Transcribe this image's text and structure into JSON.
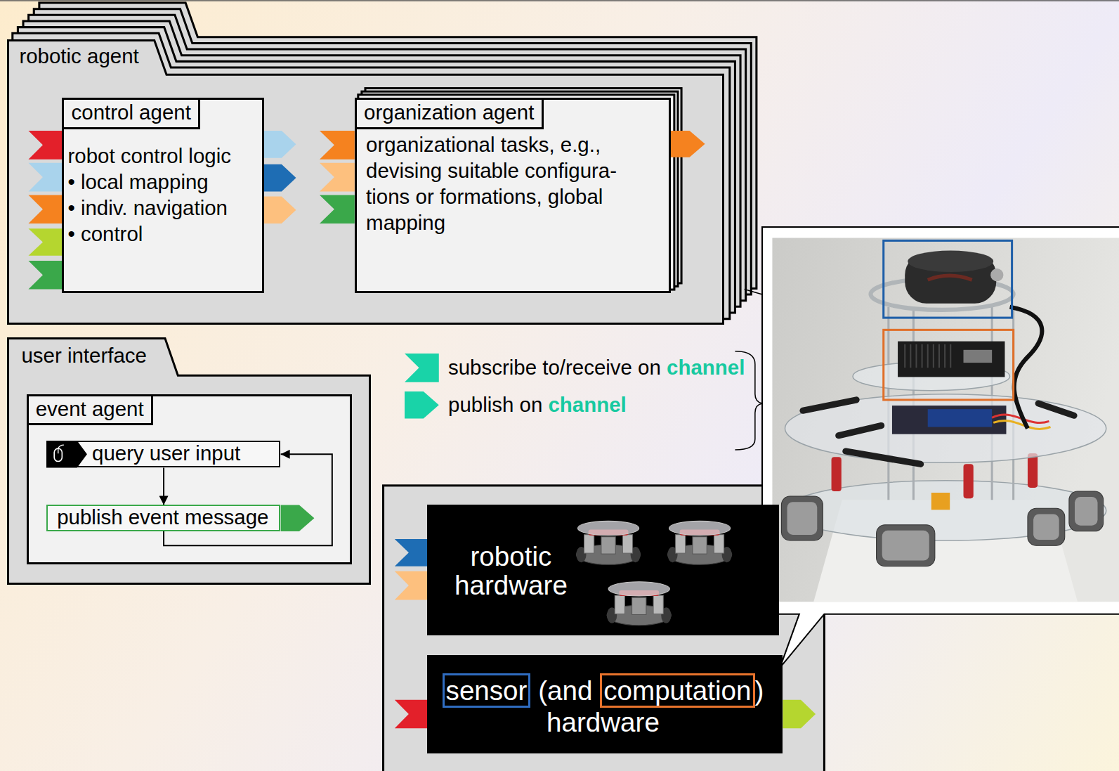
{
  "diagram": {
    "nodes": [
      {
        "text": [
          "robotic agent"
        ]
      },
      {
        "text": [
          "control agent",
          "robot control logic",
          "• local mapping",
          "• indiv. navigation",
          "• control"
        ],
        "in": 0
      },
      {
        "text": [
          "organization agent",
          "organizational tasks, e.g., devising suitable configura- tions or formations, global mapping"
        ],
        "in": 0
      },
      {
        "text": [
          "user interface"
        ]
      },
      {
        "text": [
          "event agent"
        ],
        "in": 3
      },
      {
        "text": [
          "query user input"
        ],
        "in": 4
      },
      {
        "text": [
          "publish event message"
        ],
        "in": 4
      },
      {
        "text": [
          "robotic hardware"
        ]
      },
      {
        "text": [
          "sensor (and computation) hardware"
        ]
      }
    ],
    "edges": [
      {
        "from": 5,
        "to": 6,
        "arrow": "to"
      },
      {
        "from": 6,
        "to": 5,
        "arrow": "to"
      }
    ],
    "legend": [
      {
        "text": "subscribe to/receive on channel"
      },
      {
        "text": "publish on channel"
      }
    ]
  }
}
